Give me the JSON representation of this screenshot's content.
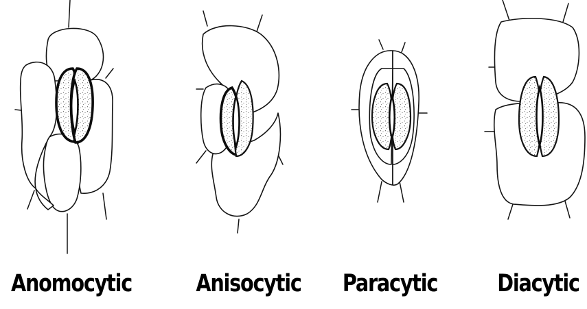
{
  "diagram": {
    "labels": [
      "Anomocytic",
      "Anisocytic",
      "Paracytic",
      "Diacytic"
    ]
  }
}
